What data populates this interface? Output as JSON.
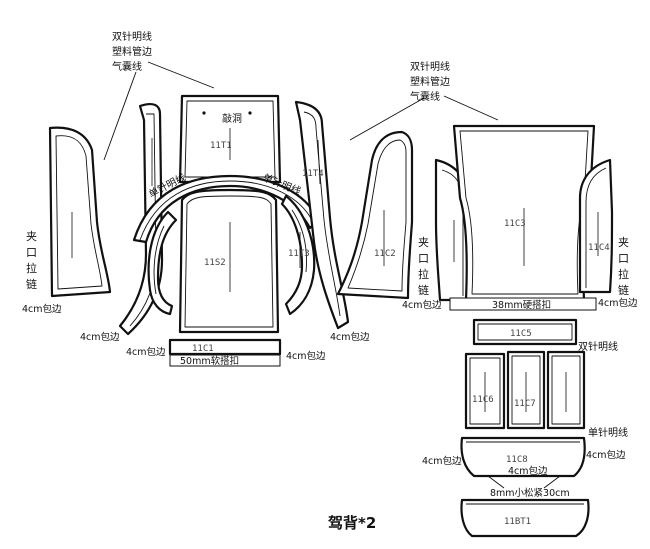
{
  "title": "驾背*2",
  "colors": {
    "line": "#111111",
    "code": "#444444",
    "background": "#ffffff"
  },
  "pieces": {
    "t1": "11T1",
    "t4": "11T4",
    "s2": "11S2",
    "t3": "11T3",
    "c2": "11C2",
    "c3": "11C3",
    "c4": "11C4",
    "c1": "11C1",
    "c5": "11C5",
    "c6": "11C6",
    "c7": "11C7",
    "c8": "11C8",
    "bt1": "11BT1"
  },
  "notes": {
    "seam_a_line1": "双针明线",
    "seam_a_line2": "塑料管边",
    "seam_a_line3": "气囊线",
    "seam_b_line1": "双针明线",
    "seam_b_line2": "塑料管边",
    "seam_b_line3": "气囊线",
    "hole": "敲洞",
    "single_left": "单针明线",
    "single_right": "单针明线",
    "clip_left": [
      "夹",
      "口",
      "拉",
      "链"
    ],
    "clip_right": [
      "夹",
      "口",
      "拉",
      "链"
    ],
    "edge_l1": "4cm包边",
    "edge_l2": "4cm包边",
    "edge_l3": "4cm包边",
    "edge_l4": "4cm包边",
    "edge_l5": "4cm包边",
    "edge_r1": "4cm包边",
    "edge_r2": "4cm包边",
    "edge_r3": "4cm包边",
    "edge_r4": "4cm包边",
    "edge_r5": "4cm包边",
    "soft_buckle": "50mm软搭扣",
    "hard_buckle": "38mm硬搭扣",
    "double_stitch": "双针明线",
    "single_stitch": "单针明线",
    "elastic": "8mm小松紧30cm"
  }
}
